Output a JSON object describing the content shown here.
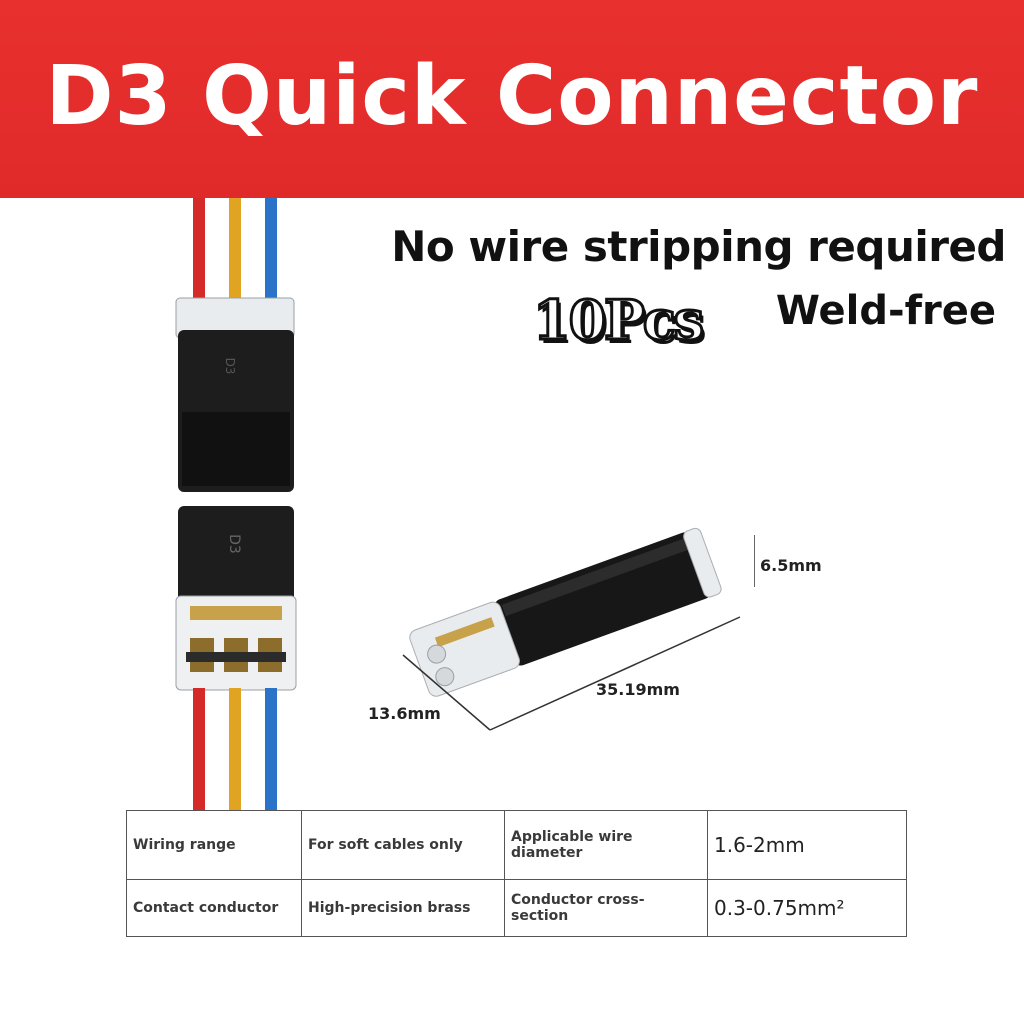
{
  "banner": {
    "title": "D3 Quick Connector"
  },
  "features": {
    "no_strip": "No wire stripping required",
    "weld_free": "Weld-free",
    "quantity": "10Pcs"
  },
  "dimensions": {
    "height": "6.5mm",
    "length": "35.19mm",
    "width": "13.6mm"
  },
  "wire_colors": [
    "#d42a2a",
    "#e0a422",
    "#2a73c9"
  ],
  "specs": {
    "rows": [
      [
        "Wiring range",
        "For soft cables only",
        "Applicable wire diameter",
        "1.6-2mm"
      ],
      [
        "Contact conductor",
        "High-precision brass",
        "Conductor cross-section",
        "0.3-0.75mm²"
      ]
    ]
  }
}
